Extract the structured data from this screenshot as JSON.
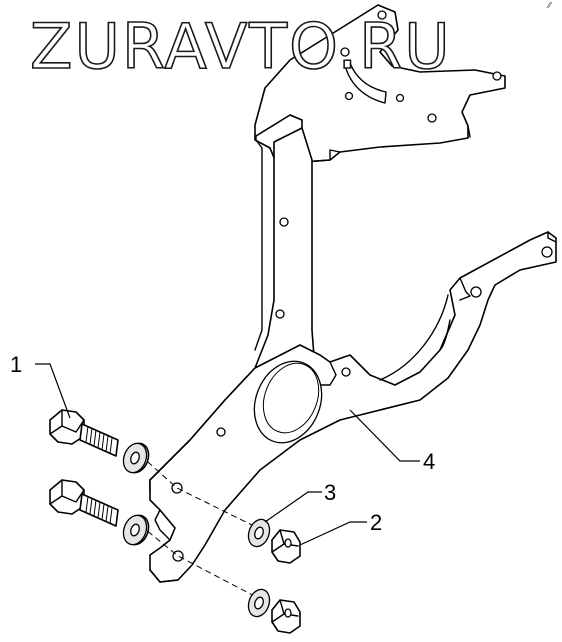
{
  "watermark": "ZURAVTO.RU",
  "corner_mark": "⁄⁄",
  "callouts": [
    {
      "label": "1"
    },
    {
      "label": "2"
    },
    {
      "label": "3"
    },
    {
      "label": "4"
    }
  ]
}
